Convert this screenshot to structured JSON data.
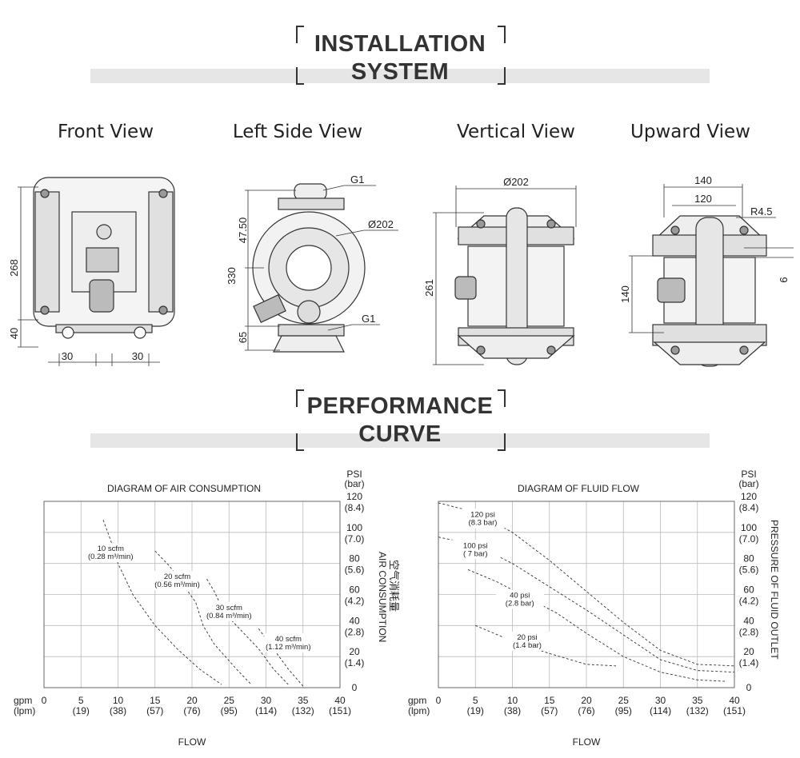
{
  "installation": {
    "line1": "INSTALLATION",
    "line2": "SYSTEM"
  },
  "performance": {
    "line1": "PERFORMANCE",
    "line2": "CURVE"
  },
  "views": {
    "front": {
      "title": "Front View",
      "dims": {
        "height": "268",
        "base": "40",
        "left": "30",
        "right": "30"
      }
    },
    "left": {
      "title": "Left Side View",
      "dims": {
        "top": "47.50",
        "total": "330",
        "bottom": "65",
        "g1_top": "G1",
        "g1_bottom": "G1",
        "diameter": "Ø202"
      }
    },
    "vertical": {
      "title": "Vertical View",
      "dims": {
        "width": "Ø202",
        "height": "261"
      }
    },
    "upward": {
      "title": "Upward View",
      "dims": {
        "outer": "140",
        "inner": "120",
        "radius": "R4.5",
        "height": "140",
        "side": "9"
      }
    }
  },
  "charts": {
    "air": {
      "title": "DIAGRAM OF AIR CONSUMPTION",
      "right_label_cn": "空气消耗量",
      "right_label_en": "AIR CONSUMPTION",
      "xlabel": "FLOW"
    },
    "fluid": {
      "title": "DIAGRAM OF FLUID FLOW",
      "right_label_en": "PRESSURE OF FLUID OUTLET",
      "xlabel": "FLOW"
    },
    "x_unit1": "gpm",
    "x_unit2": "(lpm)",
    "y_unit1": "PSI",
    "y_unit2": "(bar)"
  },
  "chart_data": [
    {
      "type": "line",
      "title": "DIAGRAM OF AIR CONSUMPTION",
      "xlabel": "FLOW",
      "ylabel": "PSI (bar)",
      "xlim": [
        0,
        40
      ],
      "ylim": [
        0,
        120
      ],
      "x_ticks": [
        "0",
        "5",
        "10",
        "15",
        "20",
        "25",
        "30",
        "35",
        "40"
      ],
      "x_ticks_lpm": [
        "",
        "(19)",
        "(38)",
        "(57)",
        "(76)",
        "(95)",
        "(114)",
        "(132)",
        "(151)"
      ],
      "y_ticks": [
        "0",
        "20",
        "40",
        "60",
        "80",
        "100",
        "120"
      ],
      "y_ticks_bar": [
        "",
        "(1.4)",
        "(2.8)",
        "(4.2)",
        "(5.6)",
        "(7.0)",
        "(8.4)"
      ],
      "grid": true,
      "series": [
        {
          "name": "10 scfm (0.28 m³/min)",
          "label1": "10 scfm",
          "label2": "(0.28 m³/min)",
          "x": [
            8,
            9,
            10,
            12,
            15,
            18,
            21,
            24
          ],
          "y": [
            108,
            95,
            80,
            60,
            40,
            25,
            12,
            2
          ]
        },
        {
          "name": "20 scfm (0.56 m³/min)",
          "label1": "20 scfm",
          "label2": "(0.56 m³/min)",
          "x": [
            15,
            17,
            19,
            20.5,
            21.5,
            23,
            26,
            28
          ],
          "y": [
            88,
            78,
            65,
            55,
            40,
            28,
            12,
            2
          ]
        },
        {
          "name": "30 scfm (0.84 m³/min)",
          "label1": "30 scfm",
          "label2": "(0.84 m³/min)",
          "x": [
            22,
            23,
            24,
            25,
            27,
            29,
            31,
            33
          ],
          "y": [
            70,
            62,
            52,
            45,
            35,
            25,
            12,
            2
          ]
        },
        {
          "name": "40 scfm (1.12 m³/min)",
          "label1": "40 scfm",
          "label2": "(1.12 m³/min)",
          "x": [
            29,
            31,
            33,
            35
          ],
          "y": [
            38,
            25,
            12,
            1
          ]
        }
      ]
    },
    {
      "type": "line",
      "title": "DIAGRAM OF FLUID FLOW",
      "xlabel": "FLOW",
      "ylabel": "PRESSURE OF FLUID OUTLET",
      "xlim": [
        0,
        40
      ],
      "ylim": [
        0,
        120
      ],
      "x_ticks": [
        "0",
        "5",
        "10",
        "15",
        "20",
        "25",
        "30",
        "35",
        "40"
      ],
      "x_ticks_lpm": [
        "",
        "(19)",
        "(38)",
        "(57)",
        "(76)",
        "(95)",
        "(114)",
        "(132)",
        "(151)"
      ],
      "y_ticks": [
        "0",
        "20",
        "40",
        "60",
        "80",
        "100",
        "120"
      ],
      "y_ticks_bar": [
        "",
        "(1.4)",
        "(2.8)",
        "(4.2)",
        "(5.6)",
        "(7.0)",
        "(8.4)"
      ],
      "grid": true,
      "series": [
        {
          "name": "120 psi (8.3 bar)",
          "label1": "120 psi",
          "label2": "(8.3 bar)",
          "x": [
            0,
            5,
            10,
            15,
            20,
            25,
            30,
            35,
            40
          ],
          "y": [
            119,
            113,
            100,
            82,
            62,
            42,
            24,
            15,
            14
          ]
        },
        {
          "name": "100 psi ( 7 bar)",
          "label1": "100 psi",
          "label2": "( 7 bar)",
          "x": [
            0,
            5,
            10,
            15,
            20,
            25,
            30,
            35,
            40
          ],
          "y": [
            97,
            92,
            80,
            65,
            50,
            34,
            18,
            11,
            10
          ]
        },
        {
          "name": "40 psi (2.8 bar)",
          "label1": "40 psi",
          "label2": "(2.8 bar)",
          "x": [
            4,
            8,
            12,
            16,
            20,
            25,
            30,
            35,
            39
          ],
          "y": [
            76,
            68,
            58,
            48,
            35,
            20,
            10,
            5,
            4
          ]
        },
        {
          "name": "20 psi (1.4 bar)",
          "label1": "20 psi",
          "label2": "(1.4 bar)",
          "x": [
            5,
            10,
            15,
            20,
            24
          ],
          "y": [
            40,
            30,
            22,
            15,
            14
          ]
        }
      ]
    }
  ]
}
